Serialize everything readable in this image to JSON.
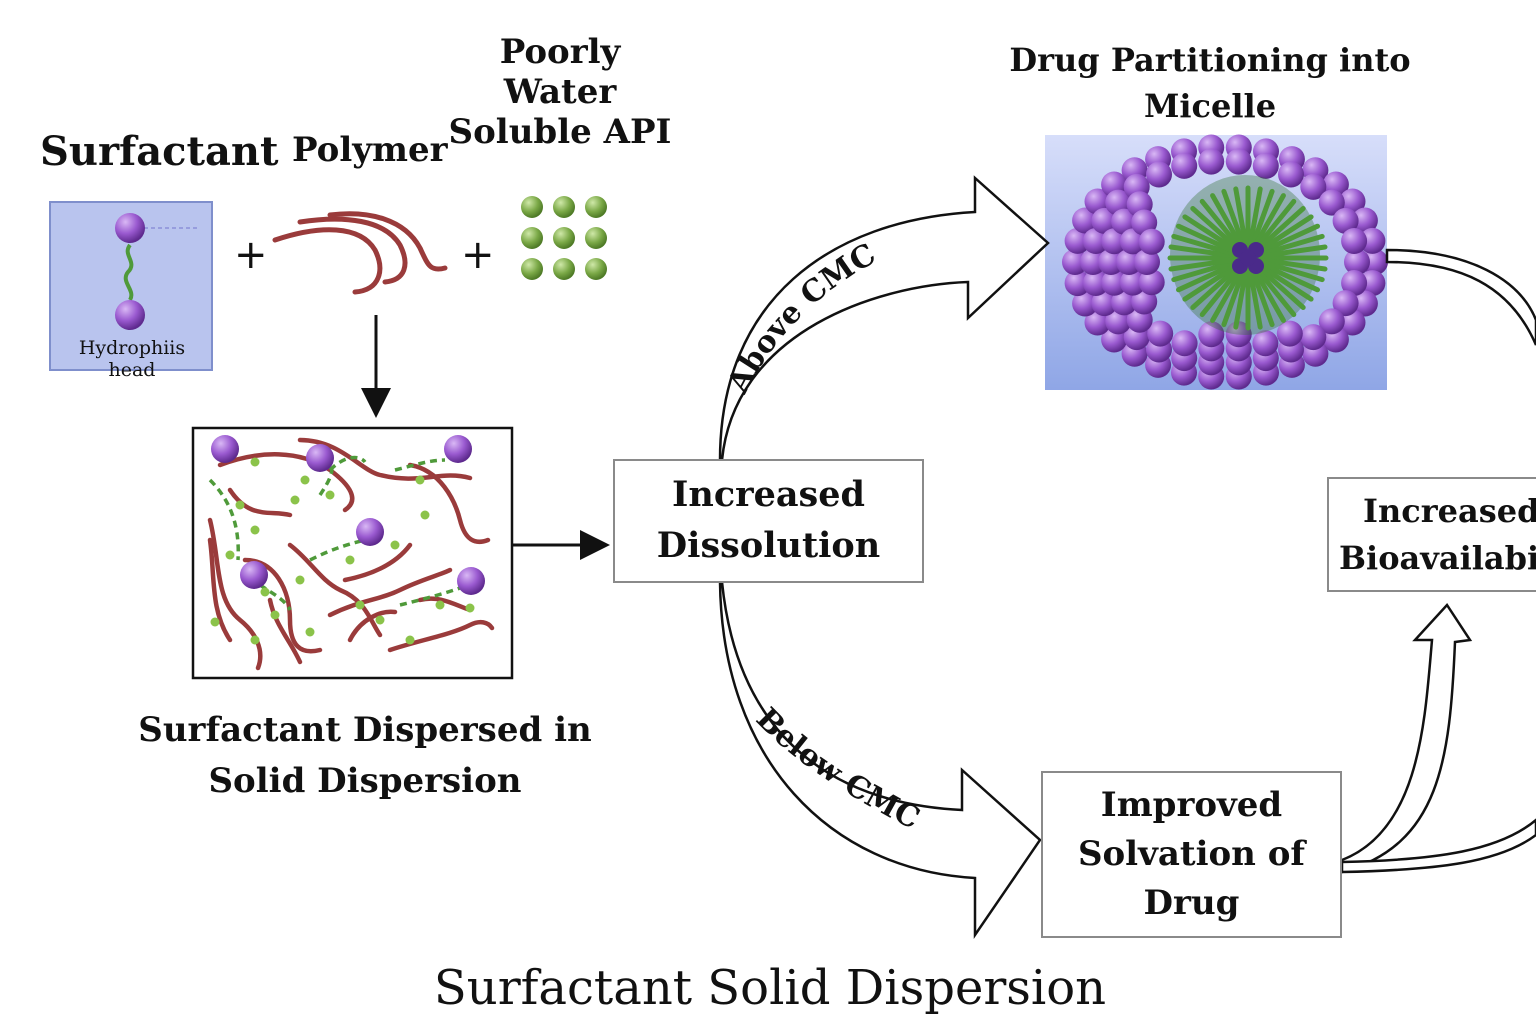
{
  "labels": {
    "surfactant": "Surfactant",
    "polymer": "Polymer",
    "api": "Poorly\nWater\nSoluble API",
    "hydrophilic_head": "Hydrophiis head",
    "surfactant_dispersed": "Surfactant Dispersed in\nSolid Dispersion",
    "micelle_title": "Drug Partitioning into\nMicelle",
    "increased_dissolution": "Increased\nDissolution",
    "improved_solvation": "Improved\nSolvation of\nDrug",
    "increased_bioavailability": "Increased\nBioavailabili",
    "above_cmc": "Above CMC",
    "below_cmc": "Below CMC",
    "footer_title": "Surfactant Solid Dispersion",
    "plus": "+"
  },
  "colors": {
    "sphere_purple": "#8e4fc4",
    "polymer_red": "#9a3b3b",
    "api_green": "#7aa846",
    "tail_green": "#4f9a3a",
    "panel_blue": "#b9c4ee"
  }
}
